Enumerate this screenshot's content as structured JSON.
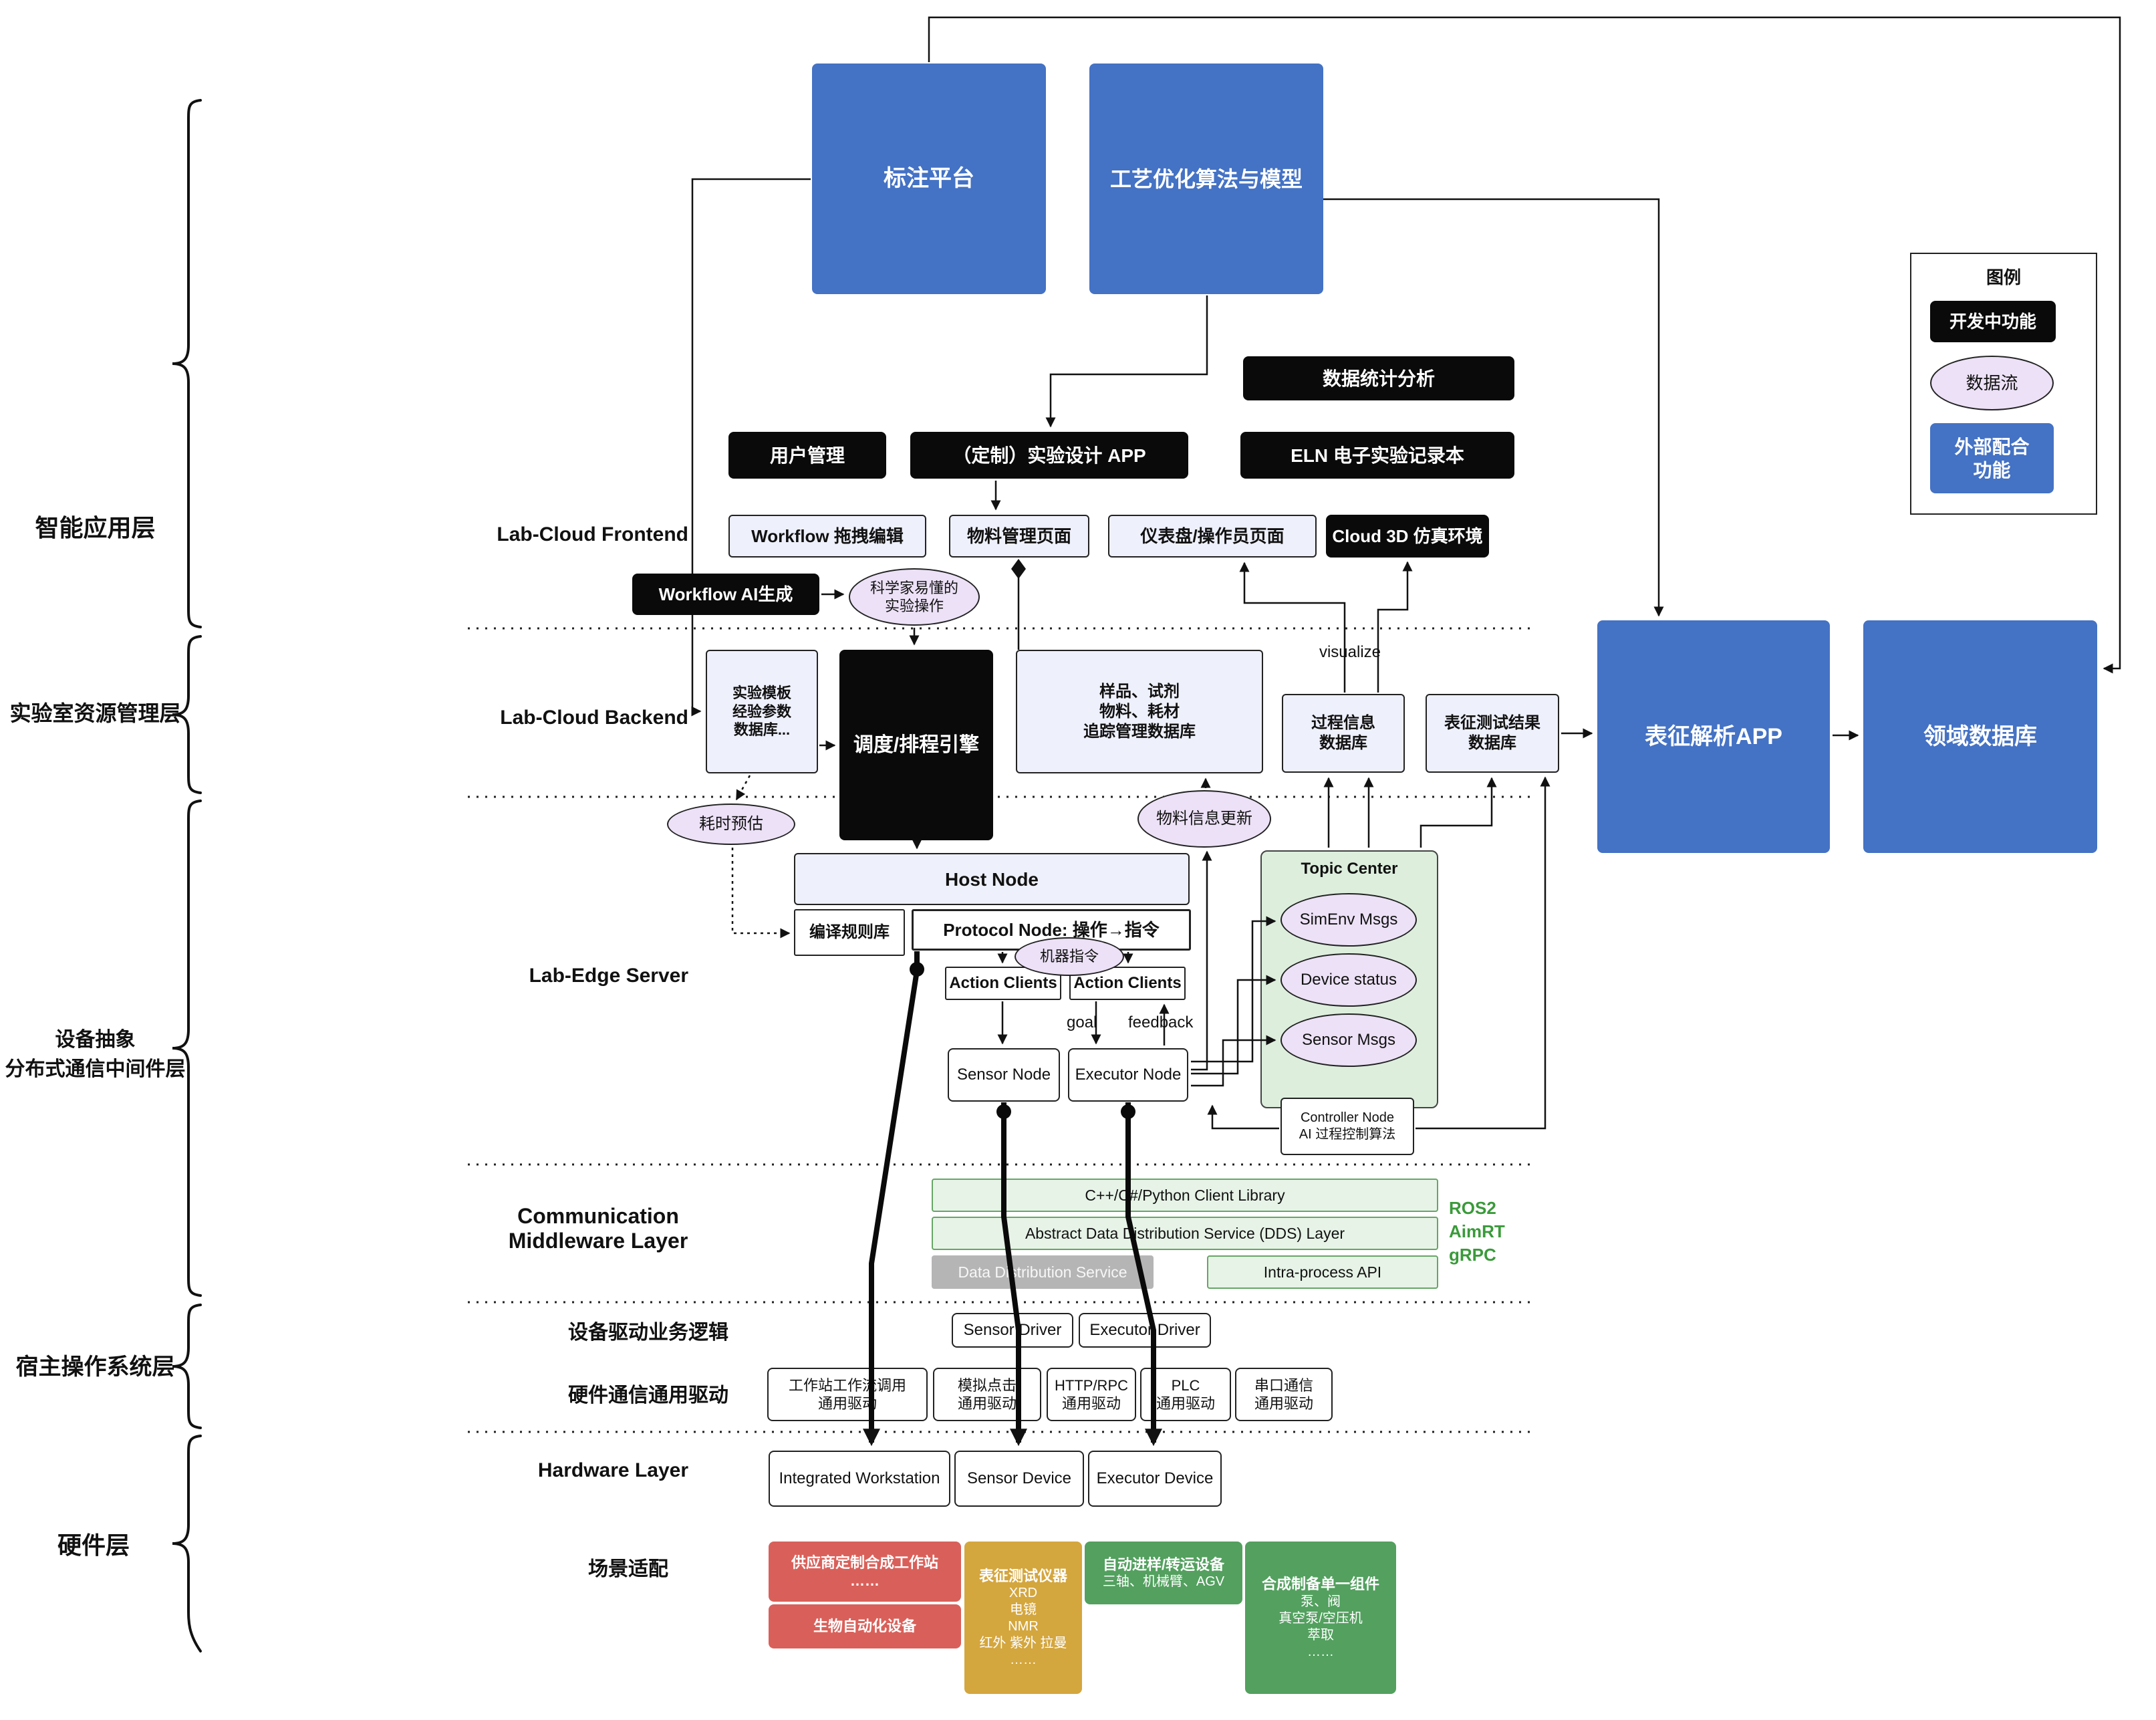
{
  "layers": {
    "intelligent": "智能应用层",
    "resource": "实验室资源管理层",
    "device": "设备抽象\n分布式通信中间件层",
    "host_os": "宿主操作系统层",
    "hardware": "硬件层"
  },
  "rows": {
    "frontend": "Lab-Cloud Frontend",
    "backend": "Lab-Cloud Backend",
    "edge": "Lab-Edge Server",
    "middleware": "Communication\nMiddleware Layer",
    "driver_logic": "设备驱动业务逻辑",
    "hw_comm": "硬件通信通用驱动",
    "hardware": "Hardware Layer",
    "scenario": "场景适配"
  },
  "top": {
    "annotation": "标注平台",
    "process_opt": "工艺优化算法与模型"
  },
  "legend": {
    "title": "图例",
    "dev": "开发中功能",
    "flow": "数据流",
    "external": "外部配合\n功能"
  },
  "apps": {
    "stats": "数据统计分析",
    "user_mgmt": "用户管理",
    "custom_app": "（定制）实验设计 APP",
    "eln": "ELN 电子实验记录本",
    "workflow_edit": "Workflow 拖拽编辑",
    "material_page": "物料管理页面",
    "dashboard_page": "仪表盘/操作员页面",
    "cloud3d": "Cloud 3D 仿真环境",
    "workflow_ai": "Workflow AI生成",
    "sci_ops": "科学家易懂的\n实验操作"
  },
  "backend": {
    "template_db": "实验模板\n经验参数\n数据库...",
    "scheduler": "调度/排程引擎",
    "sample_db": "样品、试剂\n物料、耗材\n追踪管理数据库",
    "process_db": "过程信息\n数据库",
    "charact_db": "表征测试结果\n数据库",
    "charact_app": "表征解析APP",
    "domain_db": "领域数据库",
    "visualize": "visualize",
    "time_est": "耗时预估",
    "material_update": "物料信息更新"
  },
  "edge": {
    "host_node": "Host Node",
    "compile_lib": "编译规则库",
    "protocol_node": "Protocol Node: 操作→指令",
    "machine_cmd": "机器指令",
    "action_clients_l": "Action Clients",
    "action_clients_r": "Action Clients",
    "goal": "goal",
    "feedback": "feedback",
    "sensor_node": "Sensor Node",
    "executor_node": "Executor Node",
    "topic_center": "Topic Center",
    "simenv": "SimEnv Msgs",
    "device_status": "Device status",
    "sensor_msgs": "Sensor Msgs",
    "controller": "Controller Node\nAI 过程控制算法"
  },
  "middleware": {
    "client_lib": "C++/C#/Python Client Library",
    "dds_layer": "Abstract Data Distribution Service (DDS) Layer",
    "dds": "Data Distribution Service",
    "intra_api": "Intra-process API",
    "protocols": "ROS2\nAimRT\ngRPC"
  },
  "drivers": {
    "sensor": "Sensor Driver",
    "executor": "Executor Driver",
    "workstation": "工作站工作流调用\n通用驱动",
    "click": "模拟点击\n通用驱动",
    "http": "HTTP/RPC\n通用驱动",
    "plc": "PLC\n通用驱动",
    "serial": "串口通信\n通用驱动"
  },
  "hardware": {
    "workstation": "Integrated Workstation",
    "sensor": "Sensor Device",
    "executor": "Executor Device"
  },
  "scenario": {
    "vendor": "供应商定制合成工作站\n……",
    "bio": "生物自动化设备",
    "charact_title": "表征测试仪器",
    "charact_body": "XRD\n电镜\nNMR\n红外 紫外 拉曼\n……",
    "transfer_title": "自动进样/转运设备",
    "transfer_body": "三轴、机械臂、AGV",
    "synth_title": "合成制备单一组件",
    "synth_body": "泵、阀\n真空泵/空压机\n萃取\n……"
  },
  "colors": {
    "blue": "#4472c4",
    "black": "#0a0a0a",
    "data_flow_purple": "#ece1f6",
    "topic_green": "#ddeedd",
    "red": "#d9605a",
    "gold": "#d4a63e",
    "green": "#53a05f"
  }
}
